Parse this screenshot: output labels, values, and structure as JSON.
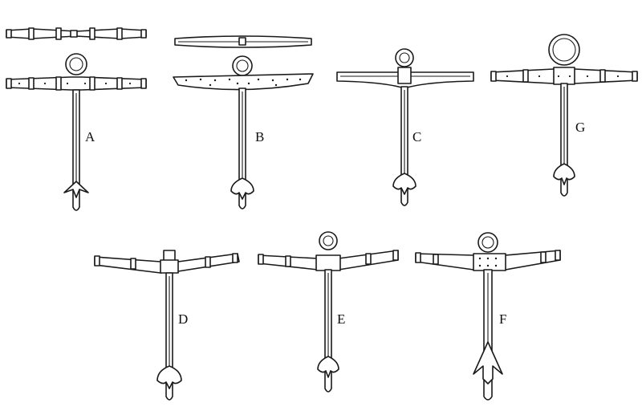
{
  "figure": {
    "labels": {
      "A": "A",
      "B": "B",
      "C": "C",
      "G": "G",
      "D": "D",
      "E": "E",
      "F": "F"
    }
  }
}
